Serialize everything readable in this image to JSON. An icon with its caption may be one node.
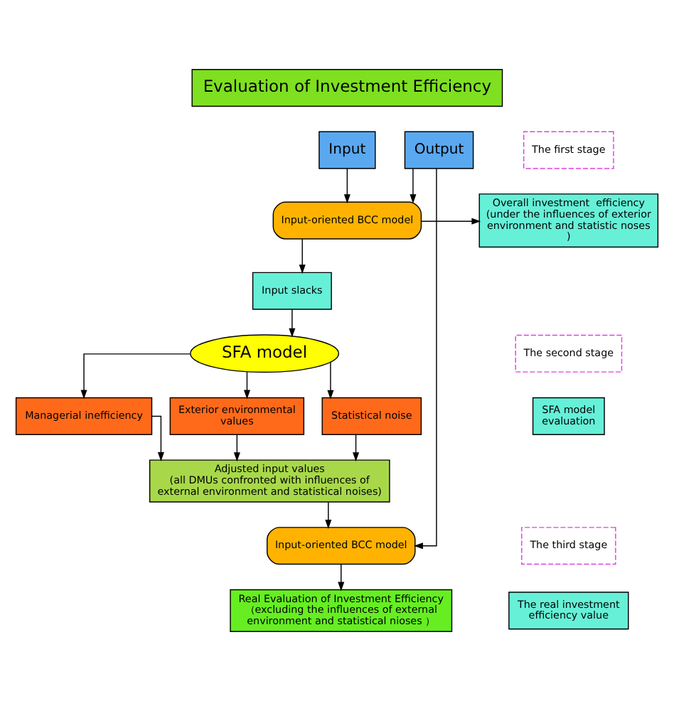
{
  "diagram": {
    "nodes": [
      {
        "text": [
          "Evaluation of Investment Efficiency"
        ]
      },
      {
        "text": [
          "The first stage"
        ]
      },
      {
        "text": [
          "Input"
        ]
      },
      {
        "text": [
          "Output"
        ]
      },
      {
        "text": [
          "Overall investment  efficiency (under the influences of exterior environment and statistic noses   )"
        ]
      },
      {
        "text": [
          "Input-oriented BCC model"
        ]
      },
      {
        "text": [
          "Input slacks"
        ]
      },
      {
        "text": [
          "SFA model"
        ]
      },
      {
        "text": [
          "The second stage"
        ]
      },
      {
        "text": [
          "SFA model evaluation"
        ]
      },
      {
        "text": [
          "Exterior environmental values"
        ]
      },
      {
        "text": [
          "Statistical noise"
        ]
      },
      {
        "text": [
          "Managerial inefficiency"
        ]
      },
      {
        "text": [
          "Adjusted input values",
          "(all DMUs confronted with influences of external environment and statistical noises)"
        ]
      },
      {
        "text": [
          "The third stage"
        ]
      },
      {
        "text": [
          "The real investment efficiency value"
        ]
      },
      {
        "text": [
          "Input-oriented BCC model"
        ]
      },
      {
        "text": [
          "Real Evaluation of Investment Efficiency",
          "（excluding the influences of external environment and statistical nioses ）"
        ]
      }
    ],
    "edges": [
      {
        "from": 2,
        "to": 5,
        "arrow": "to"
      },
      {
        "from": 3,
        "to": 5,
        "arrow": "to"
      },
      {
        "from": 5,
        "to": 4,
        "arrow": "to"
      },
      {
        "from": 5,
        "to": 6,
        "arrow": "to"
      },
      {
        "from": 6,
        "to": 7,
        "arrow": "to"
      },
      {
        "from": 7,
        "to": 10,
        "arrow": "to"
      },
      {
        "from": 7,
        "to": 11,
        "arrow": "to"
      },
      {
        "from": 7,
        "to": 12,
        "arrow": "to"
      },
      {
        "from": 10,
        "to": 13,
        "arrow": "to"
      },
      {
        "from": 11,
        "to": 13,
        "arrow": "to"
      },
      {
        "from": 12,
        "to": 13,
        "arrow": "to"
      },
      {
        "from": 13,
        "to": 16,
        "arrow": "to"
      },
      {
        "from": 3,
        "to": 16,
        "arrow": "to"
      },
      {
        "from": 16,
        "to": 17,
        "arrow": "to"
      }
    ]
  }
}
